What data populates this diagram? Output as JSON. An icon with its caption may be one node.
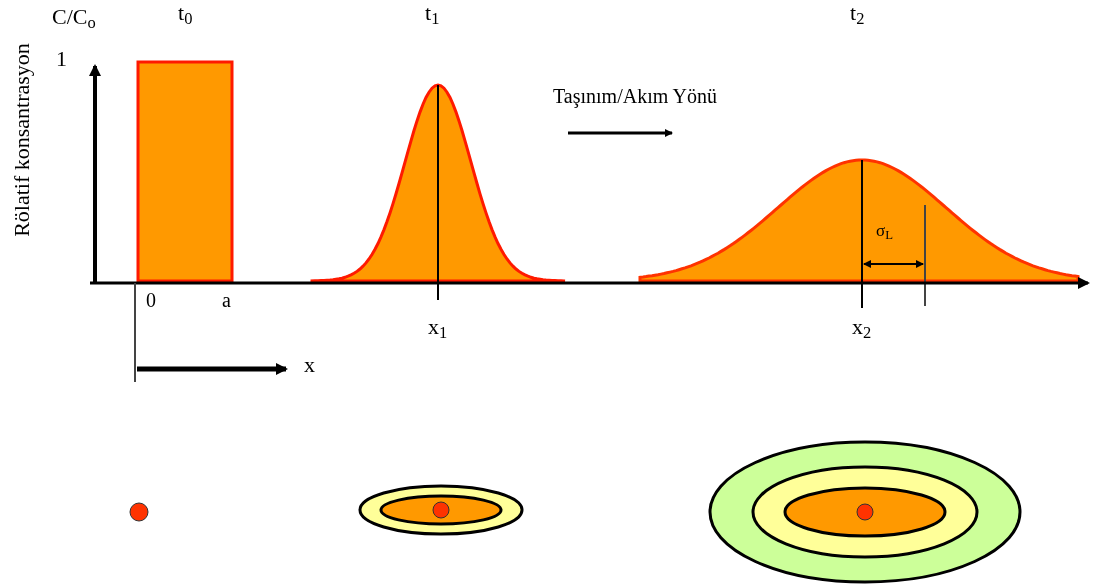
{
  "diagram": {
    "labels": [
      "Rölatif konsantrasyon",
      "C/C$_{o}$",
      "1",
      "t$_{0}$",
      "t$_{1}$",
      "t$_{2}$",
      "Taşınım/Akım Yönü",
      "σ$_{L}$",
      "0",
      "a",
      "x$_{1}$",
      "x$_{2}$",
      "x"
    ]
  }
}
